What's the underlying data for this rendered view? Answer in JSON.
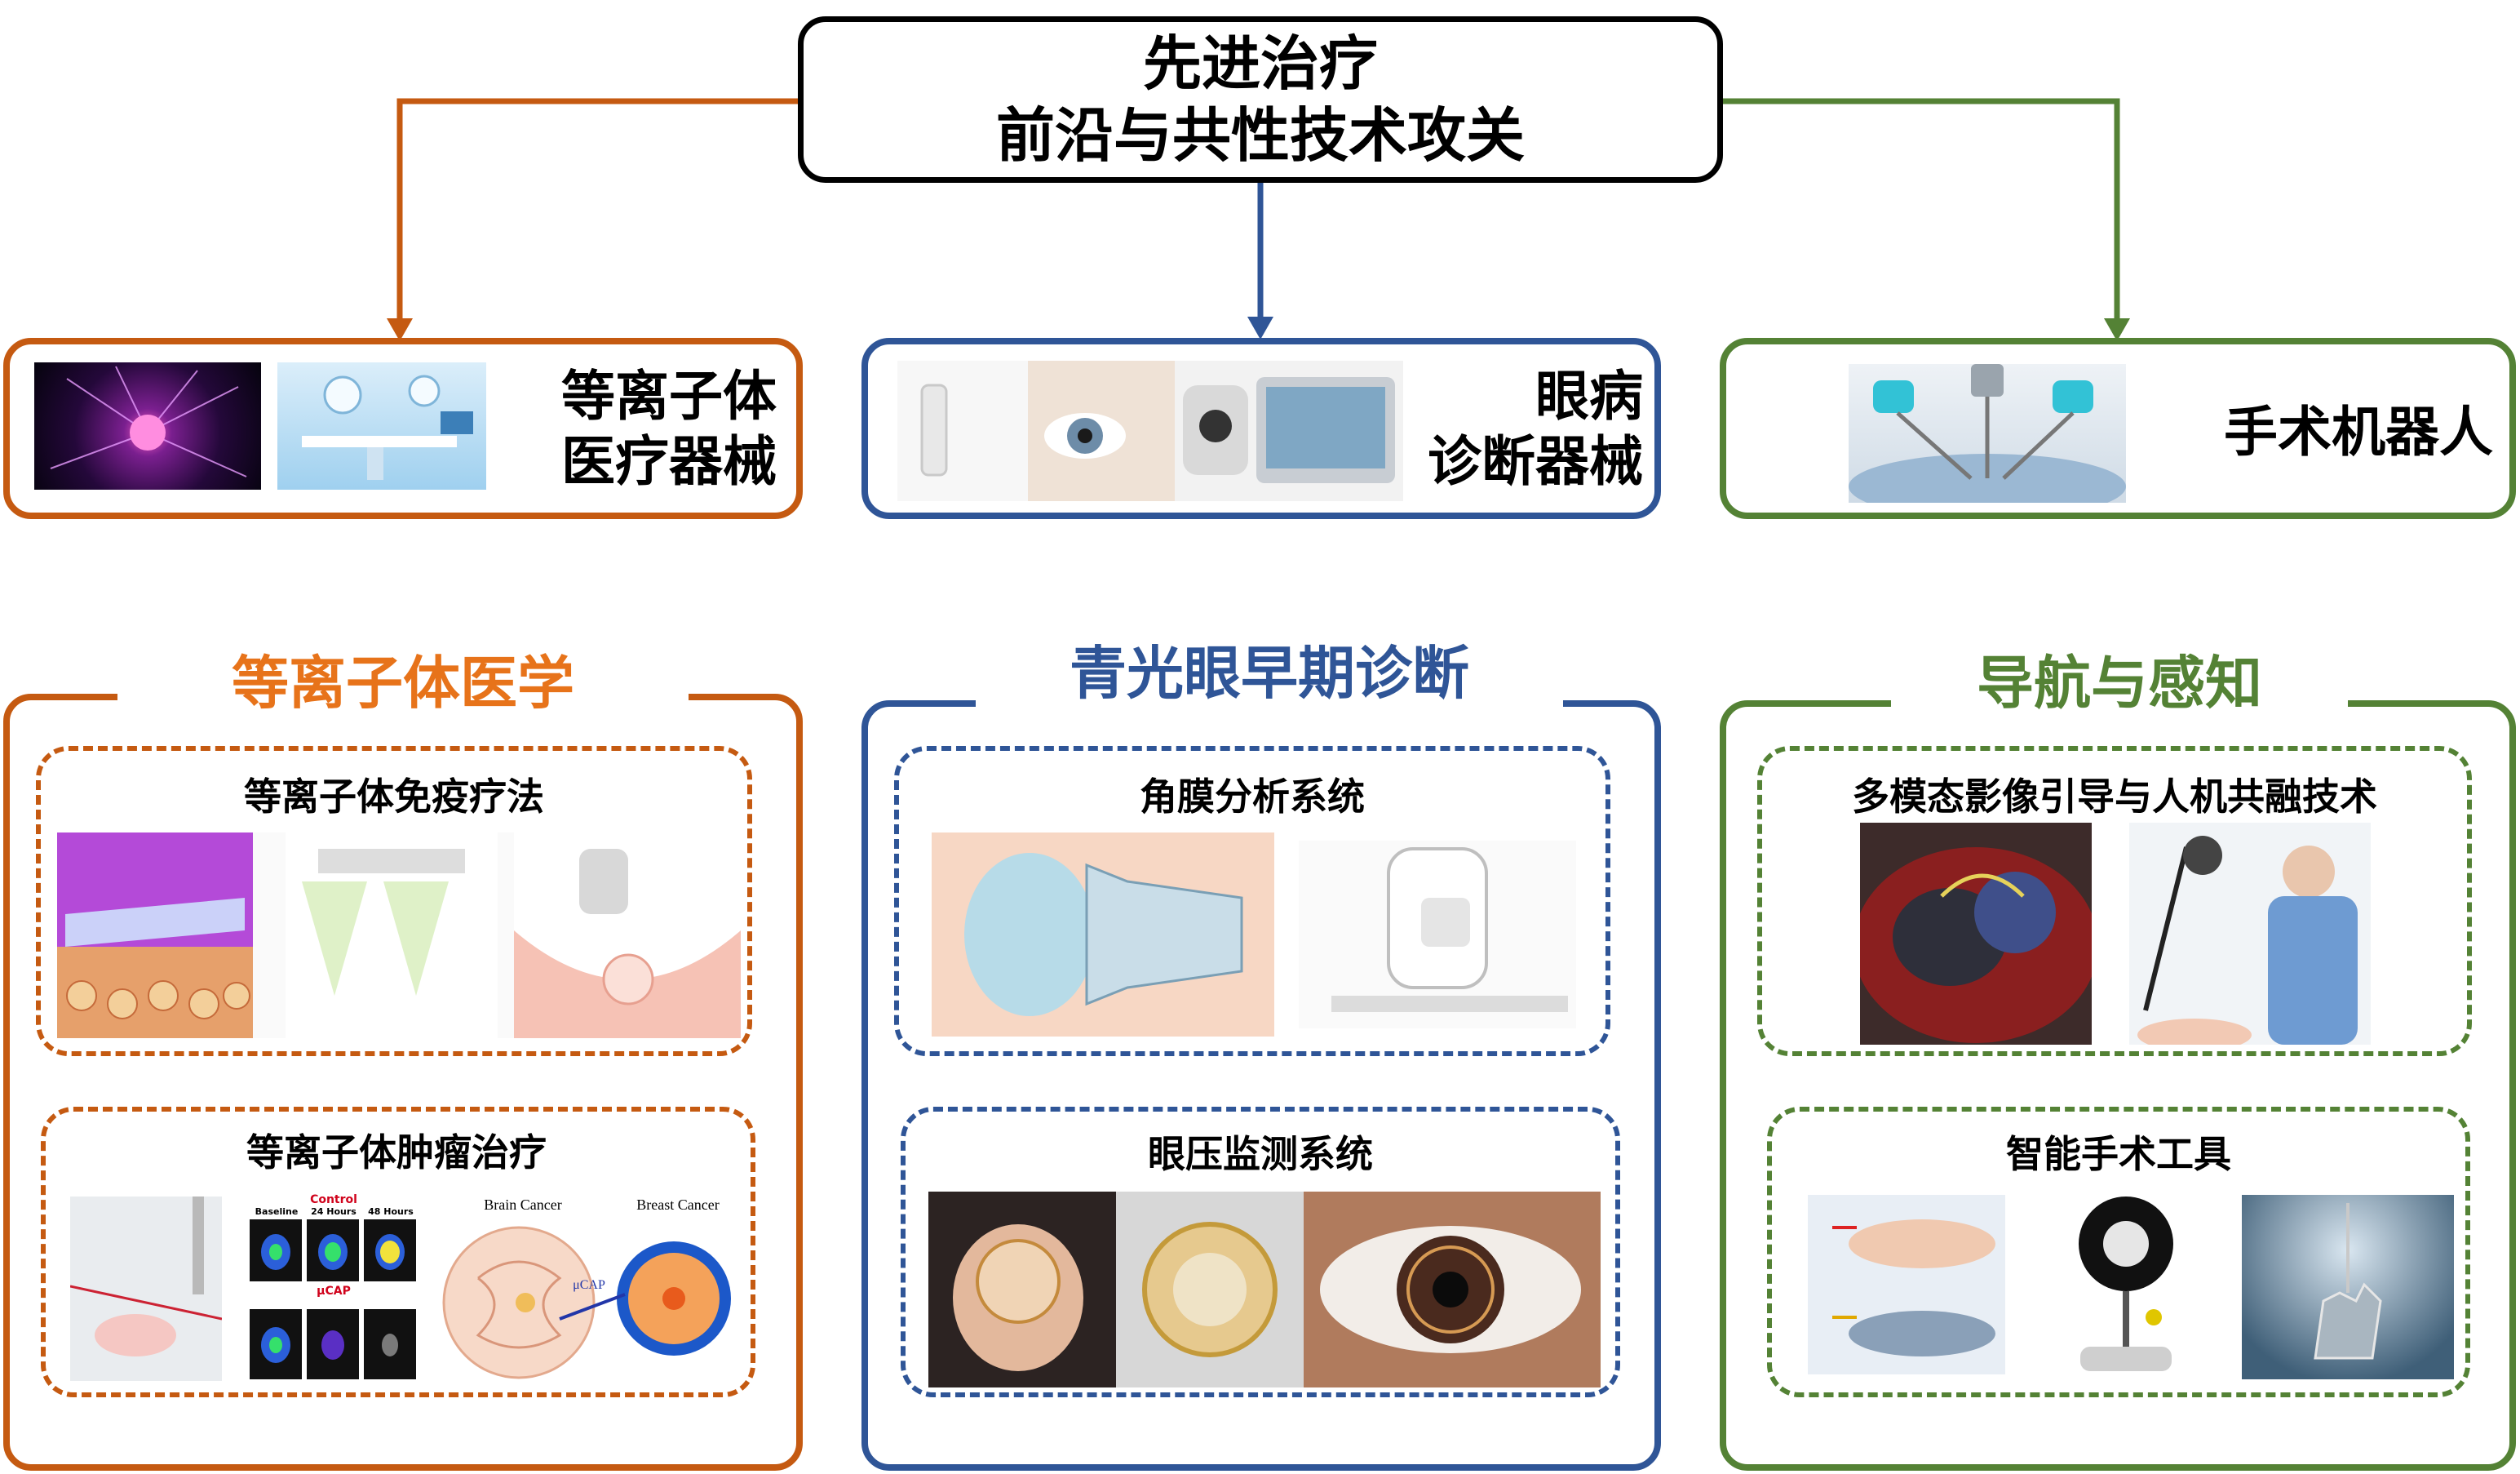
{
  "root": {
    "line1": "先进治疗",
    "line2": "前沿与共性技术攻关"
  },
  "categories": [
    {
      "line1": "等离子体",
      "line2": "医疗器械",
      "color": "#C55A11"
    },
    {
      "line1": "眼病",
      "line2": "诊断器械",
      "color": "#2F5597"
    },
    {
      "title": "手术机器人",
      "color": "#548235"
    }
  ],
  "sections": [
    {
      "title": "等离子体医学",
      "color": "#C55A11",
      "subs": [
        {
          "title": "等离子体免疫疗法"
        },
        {
          "title": "等离子体肿瘤治疗",
          "labels": {
            "control": "Control",
            "baseline": "Baseline",
            "h24": "24 Hours",
            "h48": "48 Hours",
            "ucap": "μCAP",
            "ucap2": "μCAP",
            "brain": "Brain Cancer",
            "breast": "Breast Cancer"
          }
        }
      ]
    },
    {
      "title": "青光眼早期诊断",
      "color": "#2F5597",
      "subs": [
        {
          "title": "角膜分析系统"
        },
        {
          "title": "眼压监测系统"
        }
      ]
    },
    {
      "title": "导航与感知",
      "color": "#548235",
      "subs": [
        {
          "title": "多模态影像引导与人机共融技术"
        },
        {
          "title": "智能手术工具"
        }
      ]
    }
  ]
}
